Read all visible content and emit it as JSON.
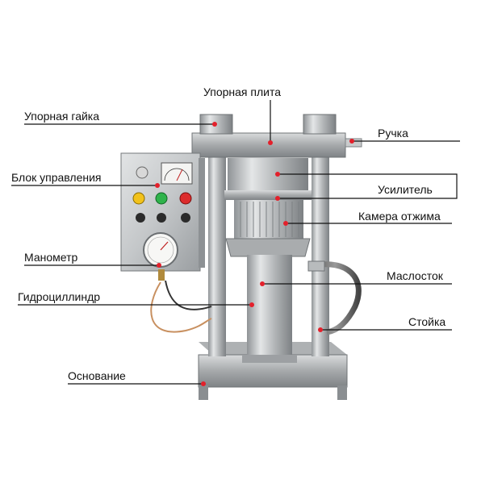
{
  "labels": {
    "thrust_plate": "Упорная плита",
    "thrust_nut": "Упорная гайка",
    "handle": "Ручка",
    "control_unit": "Блок управления",
    "booster": "Усилитель",
    "press_chamber": "Камера отжима",
    "pressure_gauge": "Манометр",
    "oil_drain": "Маслосток",
    "hydraulic_cylinder": "Гидроциллиндр",
    "column": "Стойка",
    "base": "Основание"
  },
  "colors": {
    "pointer_dot": "#e3202b",
    "leader_line": "#111111",
    "steel": "#b9bcbe"
  }
}
